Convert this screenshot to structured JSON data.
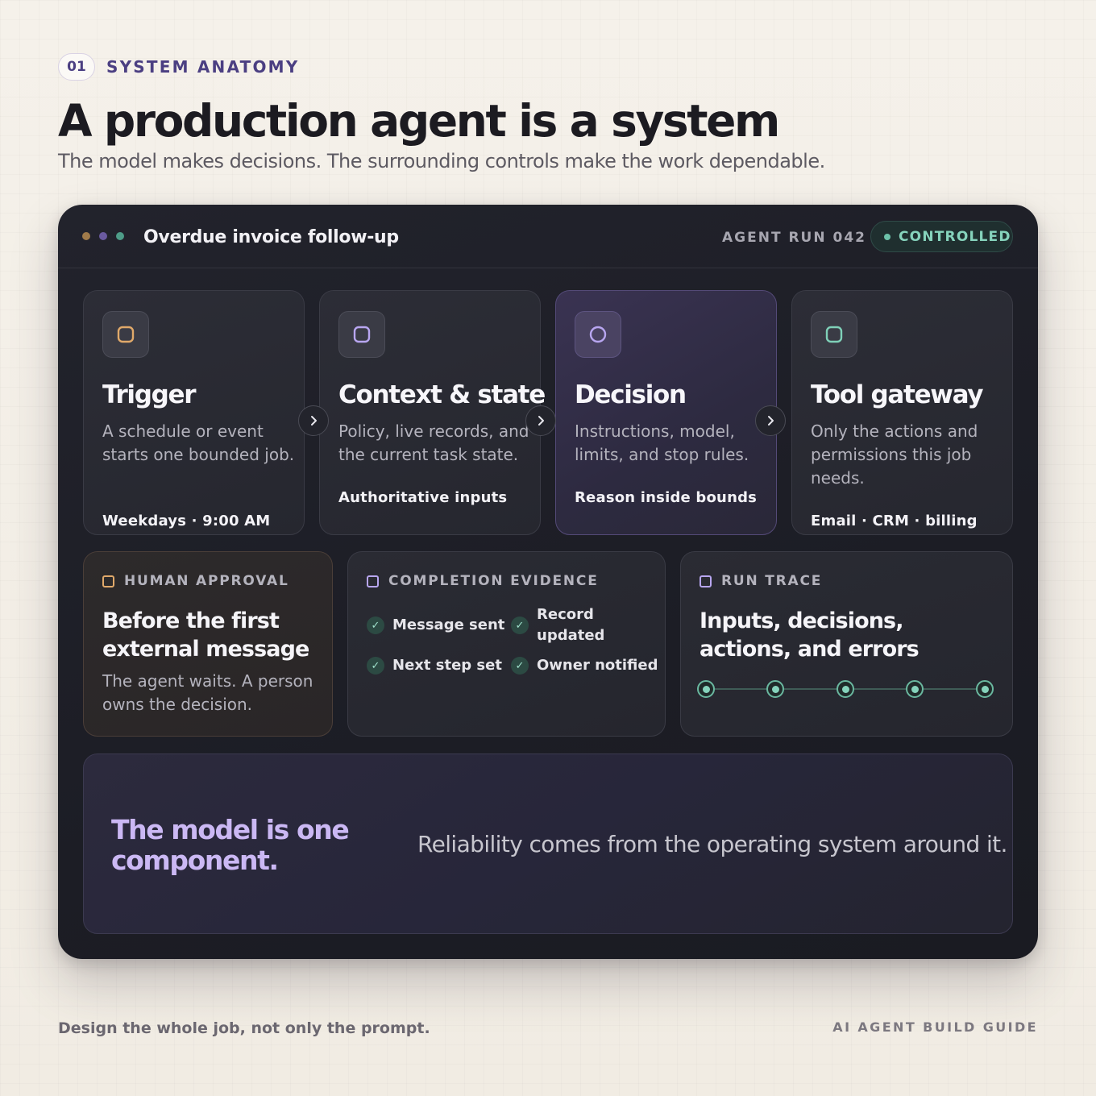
{
  "header": {
    "section_number": "01",
    "section_label": "SYSTEM ANATOMY",
    "title": "A production agent is a system",
    "subtitle": "The model makes decisions. The surrounding controls make the work dependable."
  },
  "panel": {
    "title": "Overdue invoice follow-up",
    "run_label": "AGENT RUN 042",
    "status": "CONTROLLED",
    "window_dot_colors": [
      "#a07a4a",
      "#6a5aa0",
      "#4e9c88"
    ],
    "status_color": "#86d3bc"
  },
  "steps": [
    {
      "icon": "square-icon",
      "icon_color": "#e0a96a",
      "title": "Trigger",
      "description": "A schedule or event starts one bounded job.",
      "footer": "Weekdays · 9:00 AM"
    },
    {
      "icon": "square-icon",
      "icon_color": "#b8a6f0",
      "title": "Context & state",
      "description": "Policy, live records, and the current task state.",
      "footer": "Authoritative inputs"
    },
    {
      "icon": "circle-icon",
      "icon_color": "#b8a6f0",
      "title": "Decision",
      "description": "Instructions, model, limits, and stop rules.",
      "footer": "Reason inside bounds",
      "active": true
    },
    {
      "icon": "square-icon",
      "icon_color": "#7fd0b8",
      "title": "Tool gateway",
      "description": "Only the actions and permissions this job needs.",
      "footer": "Email · CRM · billing"
    }
  ],
  "approval": {
    "label": "HUMAN APPROVAL",
    "label_color": "#e0a96a",
    "heading": "Before the first external message",
    "description": "The agent waits. A person owns the decision."
  },
  "evidence": {
    "label": "COMPLETION EVIDENCE",
    "label_color": "#b8a6f0",
    "items": [
      "Message sent",
      "Record updated",
      "Next step set",
      "Owner notified"
    ]
  },
  "trace": {
    "label": "RUN TRACE",
    "label_color": "#b8a6f0",
    "heading": "Inputs, decisions, actions, and errors",
    "node_count": 5
  },
  "summary": {
    "headline": "The model is one component.",
    "text": "Reliability comes from the operating system around it."
  },
  "footer": {
    "left": "Design the whole job, not only the prompt.",
    "right": "AI AGENT BUILD GUIDE"
  }
}
